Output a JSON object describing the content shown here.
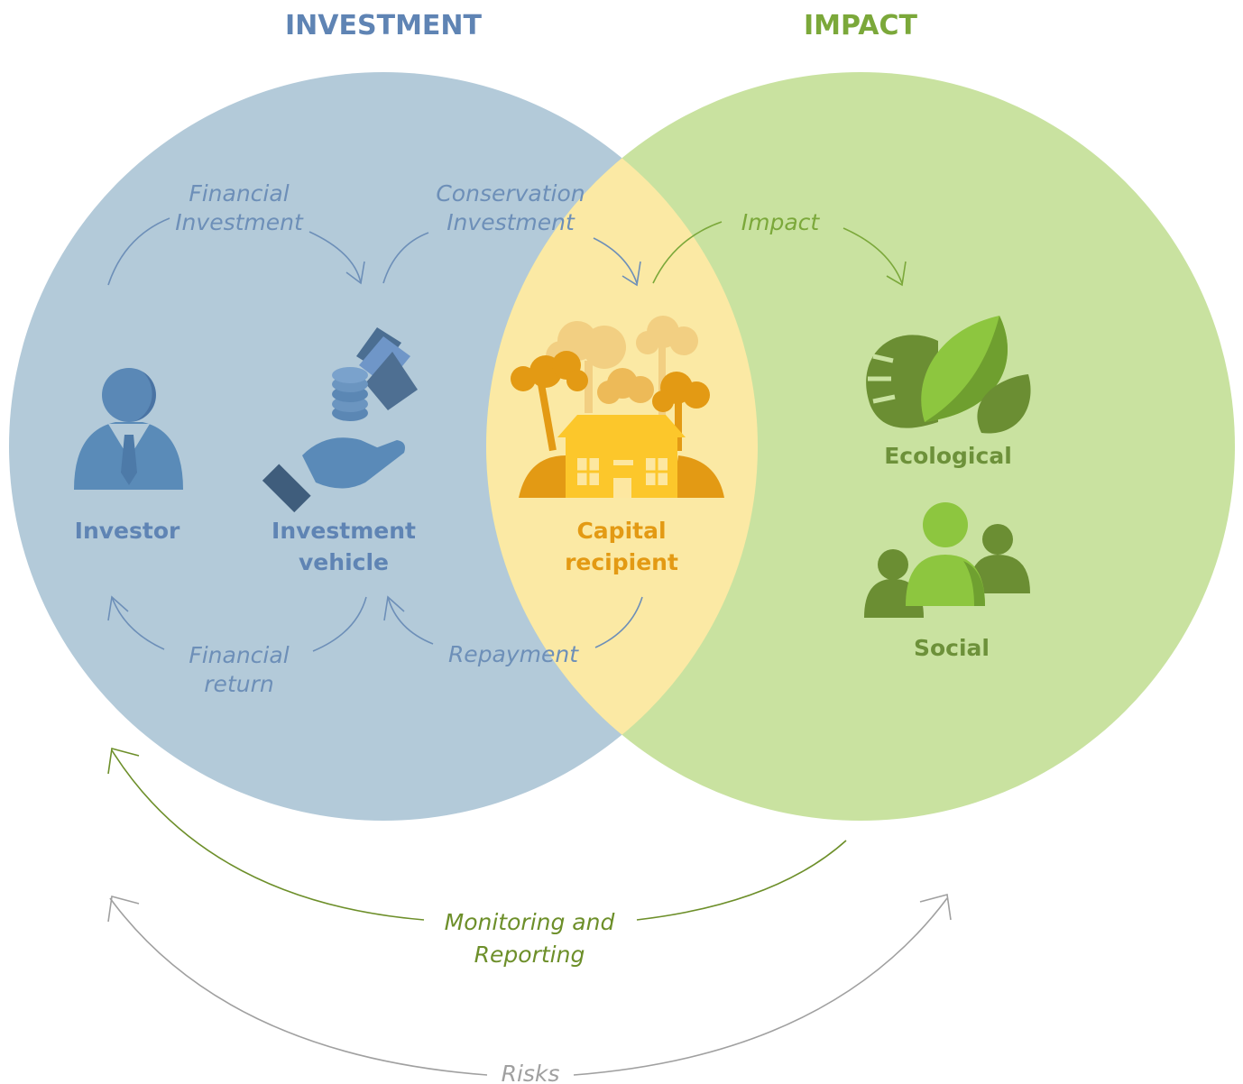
{
  "titles": {
    "investment": "INVESTMENT",
    "impact": "IMPACT"
  },
  "nodes": {
    "investor": "Investor",
    "vehicle_line1": "Investment",
    "vehicle_line2": "vehicle",
    "recipient_line1": "Capital",
    "recipient_line2": "recipient",
    "ecological": "Ecological",
    "social": "Social"
  },
  "flows": {
    "financial_investment_line1": "Financial",
    "financial_investment_line2": "Investment",
    "conservation_investment_line1": "Conservation",
    "conservation_investment_line2": "Investment",
    "impact": "Impact",
    "financial_return_line1": "Financial",
    "financial_return_line2": "return",
    "repayment": "Repayment",
    "monitoring_line1": "Monitoring and",
    "monitoring_line2": "Reporting",
    "risks": "Risks"
  },
  "icons": {
    "investor": "person-suit-icon",
    "vehicle": "hand-money-icon",
    "recipient": "house-trees-icon",
    "ecological": "leaves-icon",
    "social": "people-group-icon"
  },
  "colors": {
    "investment_circle": "#b3cad9",
    "impact_circle": "#c9e2a0",
    "overlap": "#fbe9a4",
    "investment_text": "#5f84b4",
    "impact_text": "#7ba83a",
    "recipient_text": "#e39a14",
    "ecological_text": "#6d913a",
    "risks": "#a0a0a0"
  }
}
